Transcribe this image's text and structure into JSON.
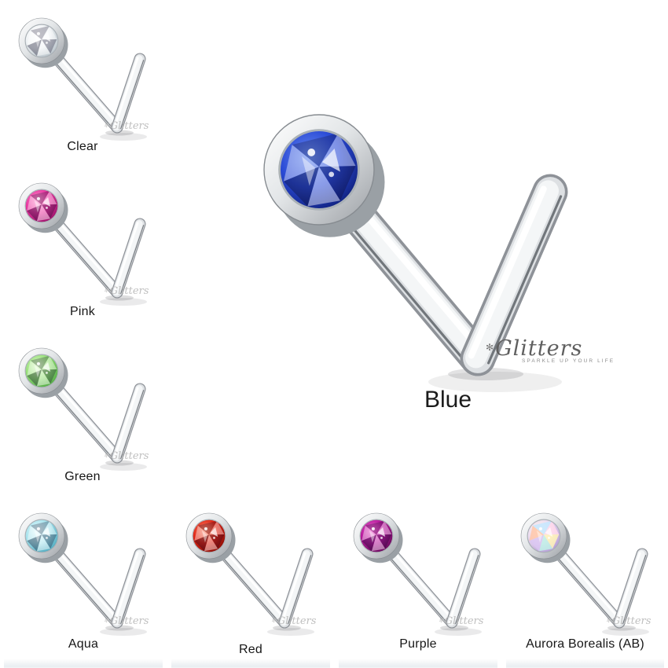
{
  "page": {
    "background": "#ffffff"
  },
  "brand": {
    "name": "Glitters",
    "tagline": "SPARKLE UP YOUR LIFE",
    "mark": "✻"
  },
  "main": {
    "label": "Blue",
    "gem": {
      "light": "#6b8ef0",
      "mid": "#2a4ad6",
      "dark": "#0c1a6e"
    }
  },
  "variants": [
    {
      "label": "Clear",
      "gem": {
        "light": "#ffffff",
        "mid": "#f0f3f5",
        "dark": "#aebac2"
      }
    },
    {
      "label": "Pink",
      "gem": {
        "light": "#ff9bd2",
        "mid": "#e8359f",
        "dark": "#8c0c60"
      }
    },
    {
      "label": "Green",
      "gem": {
        "light": "#e2fbcf",
        "mid": "#98e07a",
        "dark": "#46a13b"
      }
    },
    {
      "label": "Aqua",
      "gem": {
        "light": "#eafbfd",
        "mid": "#a7e3ed",
        "dark": "#3e9fb6"
      }
    },
    {
      "label": "Red",
      "gem": {
        "light": "#ff8f72",
        "mid": "#de2414",
        "dark": "#7c0a05"
      }
    },
    {
      "label": "Purple",
      "gem": {
        "light": "#f06ad0",
        "mid": "#b6189b",
        "dark": "#58094f"
      }
    },
    {
      "label": "Aurora Borealis (AB)",
      "gem": {
        "light": "#fff7ea",
        "mid": "#ecdcf0",
        "dark": "#a78fd0",
        "facets": [
          "#ffd9ec",
          "#fff3b8",
          "#bff0e8",
          "#d9c6f2",
          "#ffc7a9",
          "#c6e8ff"
        ]
      }
    }
  ],
  "metal": {
    "base": "#8e9298",
    "mid": "#dde0e3",
    "light": "#f4f6f7",
    "highlight": "#ffffff"
  }
}
